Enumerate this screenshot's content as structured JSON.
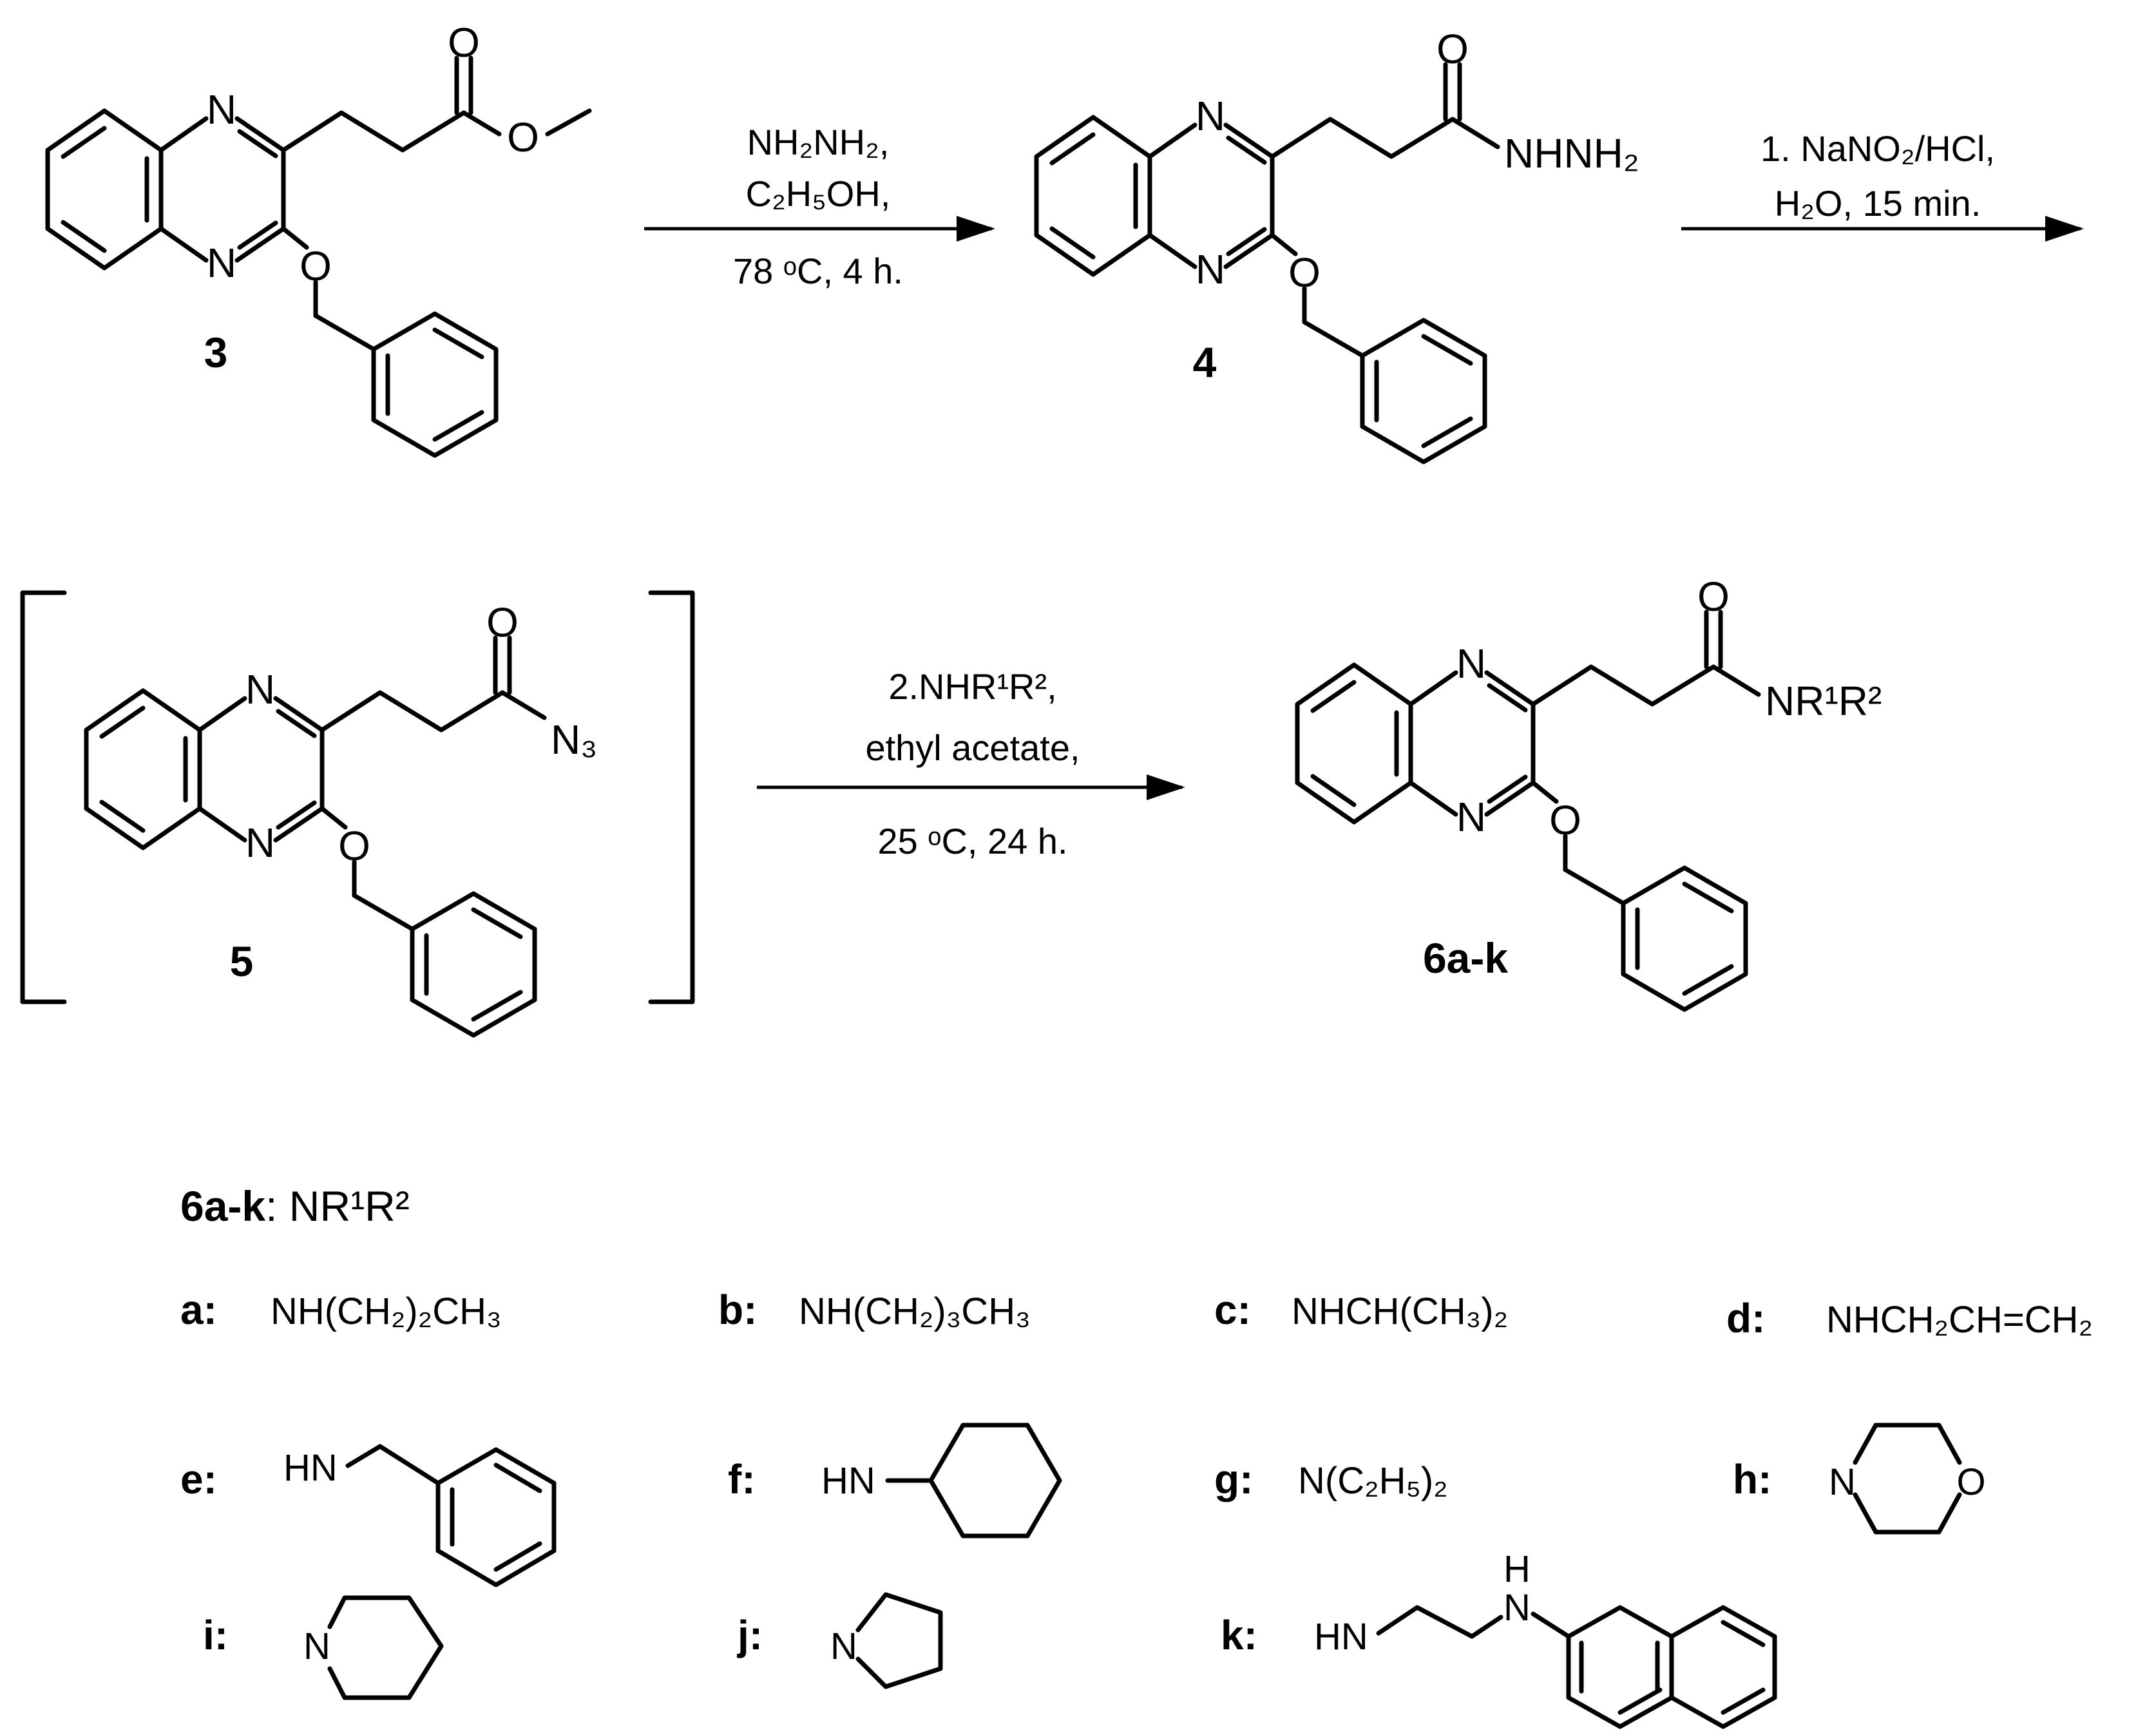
{
  "compounds": {
    "c3": "3",
    "c4": "4",
    "c5": "5",
    "c6": "6a-k"
  },
  "conditions": {
    "step1": [
      "NH₂NH₂,",
      "C₂H₅OH,",
      "78 ᵒC, 4 h."
    ],
    "step2": [
      "1. NaNO₂/HCl,",
      "H₂O, 15 min."
    ],
    "step3": [
      "2.NHR¹R²,",
      "ethyl acetate,",
      "25 ᵒC, 24 h."
    ]
  },
  "groups": {
    "nhnh2": "NHNH₂",
    "n3": "N₃",
    "nr1r2": "NR¹R²"
  },
  "legend": {
    "title_bold": "6a-k",
    "title_rest": ": NR¹R²",
    "items": [
      {
        "key": "a:",
        "formula": "NH(CH₂)₂CH₃"
      },
      {
        "key": "b:",
        "formula": "NH(CH₂)₃CH₃"
      },
      {
        "key": "c:",
        "formula": "NHCH(CH₃)₂"
      },
      {
        "key": "d:",
        "formula": "NHCH₂CH=CH₂"
      },
      {
        "key": "e:",
        "formula": "HN"
      },
      {
        "key": "f:",
        "formula": "HN"
      },
      {
        "key": "g:",
        "formula": "N(C₂H₅)₂"
      },
      {
        "key": "h:",
        "formula": ""
      },
      {
        "key": "i:",
        "formula": ""
      },
      {
        "key": "j:",
        "formula": ""
      },
      {
        "key": "k:",
        "formula": "HN"
      }
    ]
  },
  "atoms": {
    "N": "N",
    "O": "O",
    "H": "H"
  }
}
